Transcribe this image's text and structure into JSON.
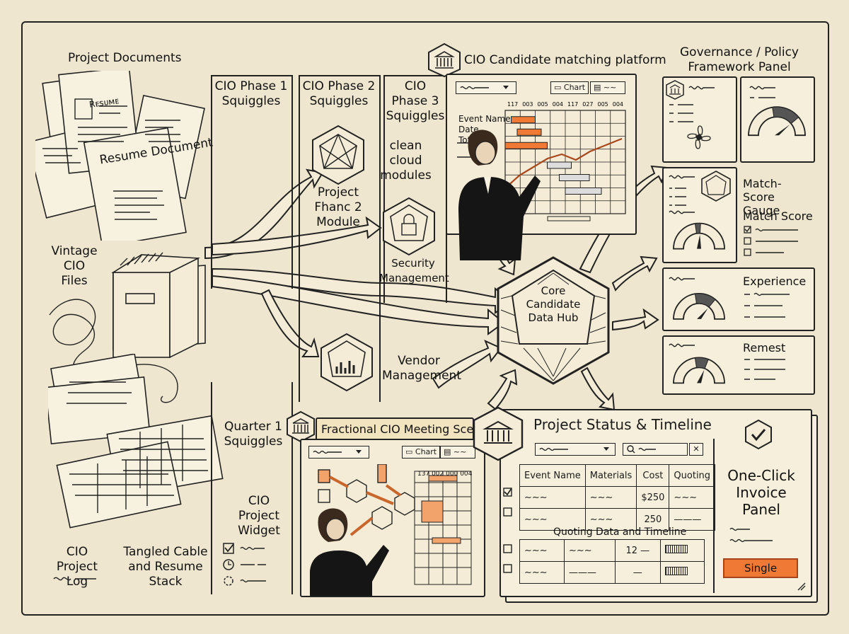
{
  "left": {
    "project_documents": "Project Documents",
    "resume_document": "Resume Document",
    "resume_header": "Rᴇsᴜᴍᴇ",
    "vintage_files": "Vintage CIO Files",
    "cio_project_log": "CIO Project Log",
    "tangled_cable": "Tangled Cable and Resume Stack"
  },
  "phases": {
    "phase1": "CIO Phase 1 Squiggles",
    "phase2": "CIO Phase 2 Squiggles",
    "phase3": "CIO Phase 3 Squiggles",
    "quarter1": "Quarter 1 Squiggles"
  },
  "modules": {
    "clean_cloud": "clean cloud modules",
    "project_fhanc": "Project Fhanc 2 Module",
    "security": "Security Management",
    "vendor": "Vendor Management",
    "core_hub": "Core Candidate Data Hub",
    "cio_widget": "CIO Project Widget"
  },
  "matching_platform": {
    "title": "CIO Candidate matching platform",
    "chart_btn": "Chart",
    "columns": [
      "117",
      "003",
      "005",
      "004",
      "117",
      "027",
      "005",
      "004"
    ],
    "row_labels": [
      "Event Name",
      "Date",
      "Total"
    ]
  },
  "meeting_scene": {
    "title": "Fractional CIO Meeting Scene",
    "chart_btn": "Chart",
    "columns": [
      "137",
      "002",
      "000",
      "004"
    ]
  },
  "governance": {
    "title": "Governance / Policy Framework Panel",
    "match_score_gauge": "Match-Score Gauge",
    "match_score": "Match Score",
    "experience": "Experience",
    "remest": "Remest"
  },
  "project_status": {
    "title": "Project Status & Timeline",
    "headers": [
      "Event Name",
      "Materials",
      "Cost",
      "Quoting"
    ],
    "row1_cost": "$250",
    "row2_cost": "250",
    "subheading": "Quoting Data and Timeline",
    "row3_cost": "12 —",
    "row4_cost": "—"
  },
  "invoice": {
    "title": "One-Click Invoice Panel",
    "button": "Single"
  },
  "colors": {
    "paper": "#efe6cf",
    "ink": "#1b1b1b",
    "accent_orange": "#f07a35"
  },
  "icons": [
    "institution-icon",
    "checkmark-badge-icon",
    "gauge-icon",
    "fan-icon",
    "checkbox-icon",
    "clock-icon",
    "gear-icon",
    "search-icon",
    "close-icon"
  ]
}
